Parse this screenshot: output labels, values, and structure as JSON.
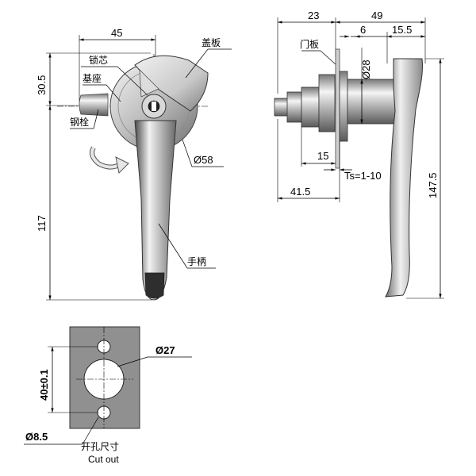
{
  "front_view": {
    "dims": {
      "width_45": "45",
      "height_30_5": "30.5",
      "height_117": "117",
      "dia_58": "Ø58"
    },
    "labels": {
      "cover_plate": "盖板",
      "lock_core": "锁芯",
      "base": "基座",
      "steel_bolt": "钢栓",
      "handle": "手柄"
    }
  },
  "side_view": {
    "dims": {
      "d_23": "23",
      "d_49": "49",
      "d_6": "6",
      "d_15_5": "15.5",
      "dia_28": "Ø28",
      "d_15": "15",
      "ts": "Ts=1-10",
      "d_41_5": "41.5",
      "d_147_5": "147.5"
    },
    "labels": {
      "door_panel": "门板"
    }
  },
  "cutout": {
    "dims": {
      "dia_27": "Ø27",
      "height_40": "40±0.1",
      "dia_8_5": "Ø8.5"
    },
    "title_cn": "开孔尺寸",
    "title_en": "Cut out"
  },
  "colors": {
    "plate_gray": "#909090",
    "metal_light": "#e8e8e8",
    "metal_mid": "#b4b4b4",
    "metal_dark": "#5a5a5a",
    "ink": "#000000"
  }
}
